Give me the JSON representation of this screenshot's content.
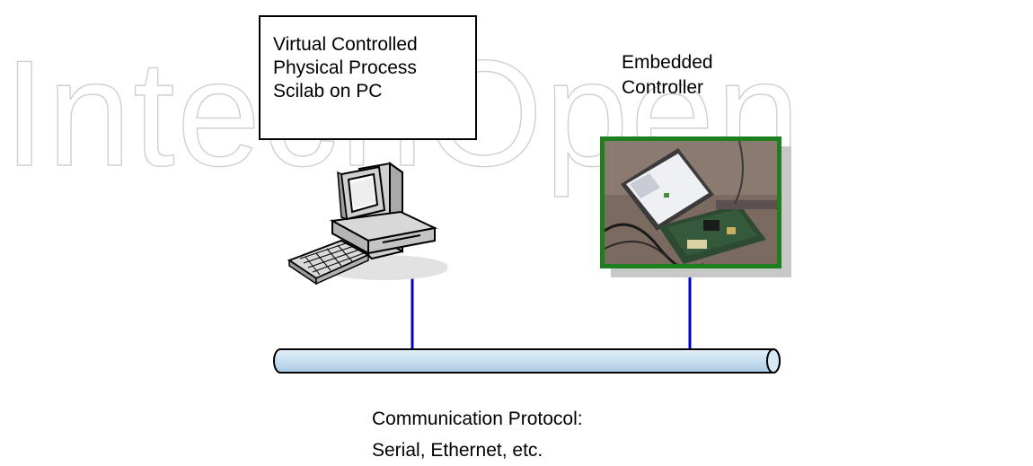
{
  "watermark": {
    "text": "IntechOpen"
  },
  "pc_box": {
    "lines": [
      "Virtual Controlled",
      "Physical Process",
      "Scilab on PC"
    ]
  },
  "controller": {
    "lines": [
      "Embedded",
      "Controller"
    ],
    "frame_color": "#1d7f1d",
    "photo_icon": "embedded-board-photo"
  },
  "pc": {
    "icon": "desktop-computer-icon"
  },
  "bus": {
    "color": "#c7dff0",
    "link_color": "#0000cc"
  },
  "protocol": {
    "lines": [
      "Communication Protocol:",
      "Serial, Ethernet, etc."
    ]
  }
}
